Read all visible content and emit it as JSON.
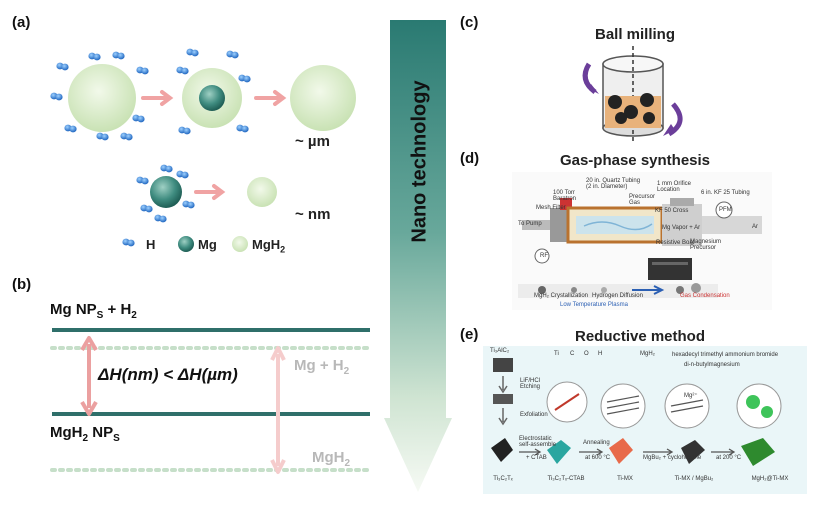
{
  "panels": {
    "a": {
      "label": "(a)",
      "scale_um": "~ µm",
      "scale_nm": "~ nm",
      "legend": {
        "h": "H",
        "mg": "Mg",
        "mgh2_base": "MgH",
        "mgh2_sub": "2"
      }
    },
    "b": {
      "label": "(b)",
      "top_dark": {
        "base": "Mg NP",
        "sub": "S",
        "rest": " + H",
        "rest_sub": "2"
      },
      "bottom_dark": {
        "base": "MgH",
        "sub": "2",
        "rest": " NP",
        "rest_sub": "S"
      },
      "delta": "ΔH(nm) < ΔH(µm)",
      "top_gray": {
        "base": "Mg + H",
        "sub": "2"
      },
      "bottom_gray": {
        "base": "MgH",
        "sub": "2"
      }
    },
    "arrow": {
      "label": "Nano technology"
    },
    "c": {
      "label": "(c)",
      "title": "Ball milling"
    },
    "d": {
      "label": "(d)",
      "title": "Gas-phase synthesis",
      "annotations": {
        "tube_top": "20 in. Quartz Tubing (2 in. Diameter)",
        "baratron": "100 Torr Baratron",
        "mesh": "Mesh Filter",
        "pump": "To Pump",
        "precursor_gas": "Precursor Gas",
        "orifice": "1 mm Orifice Location",
        "kf_cross": "KF 50 Cross",
        "kf_tubing": "6 in. KF 25 Tubing",
        "pfm": "PFM",
        "mg_vapor": "Mg Vapor + Ar",
        "mag_precursor": "Magnesium Precursor",
        "resistive": "Resistive Boat",
        "ar": "Ar",
        "rf": "RF",
        "mgh2_cryst": "MgH₂ Crystallization",
        "h_diff": "Hydrogen Diffusion",
        "phase_left": "Low Temperature Plasma",
        "phase_right": "Gas Condensation"
      }
    },
    "e": {
      "label": "(e)",
      "title": "Reductive method",
      "annotations": {
        "ti3alc2": "Ti₃AlC₂",
        "lif_hcl": "LiF/HCl Etching",
        "exfoliation": "Exfoliation",
        "legend_ti": "Ti",
        "legend_c": "C",
        "legend_o": "O",
        "legend_h": "H",
        "legend_mgh2": "MgH₂",
        "ctab_desc": "hexadecyl trimethyl ammonium bromide",
        "mgbu2_desc": "di-n-butylmagnesium",
        "electro": "Electrostatic self-assemble",
        "ctab": "+ CTAB",
        "annealing": "Annealing",
        "at600": "at 600 °C",
        "mgbu2_cyclo": "MgBu₂ + cyclohexane",
        "at200": "at 200 °C",
        "s1": "Ti₃C₂Tₓ",
        "s2": "Ti₃C₂Tₓ-CTAB",
        "s3": "Ti-MX",
        "s4": "Ti-MX / MgBu₂",
        "s5": "MgH₂@Ti-MX",
        "mg2plus": "Mg²⁺"
      }
    }
  },
  "colors": {
    "teal_dark": "#2f6f6a",
    "teal_arrow_top": "#2e7c74",
    "mgh2_fill": "#dbeccb",
    "mg_fill": "#4e9a8f",
    "h_blue": "#2d7bd1",
    "pink_arrow": "#f0a3a3",
    "gray_line": "#bcd8c0"
  }
}
